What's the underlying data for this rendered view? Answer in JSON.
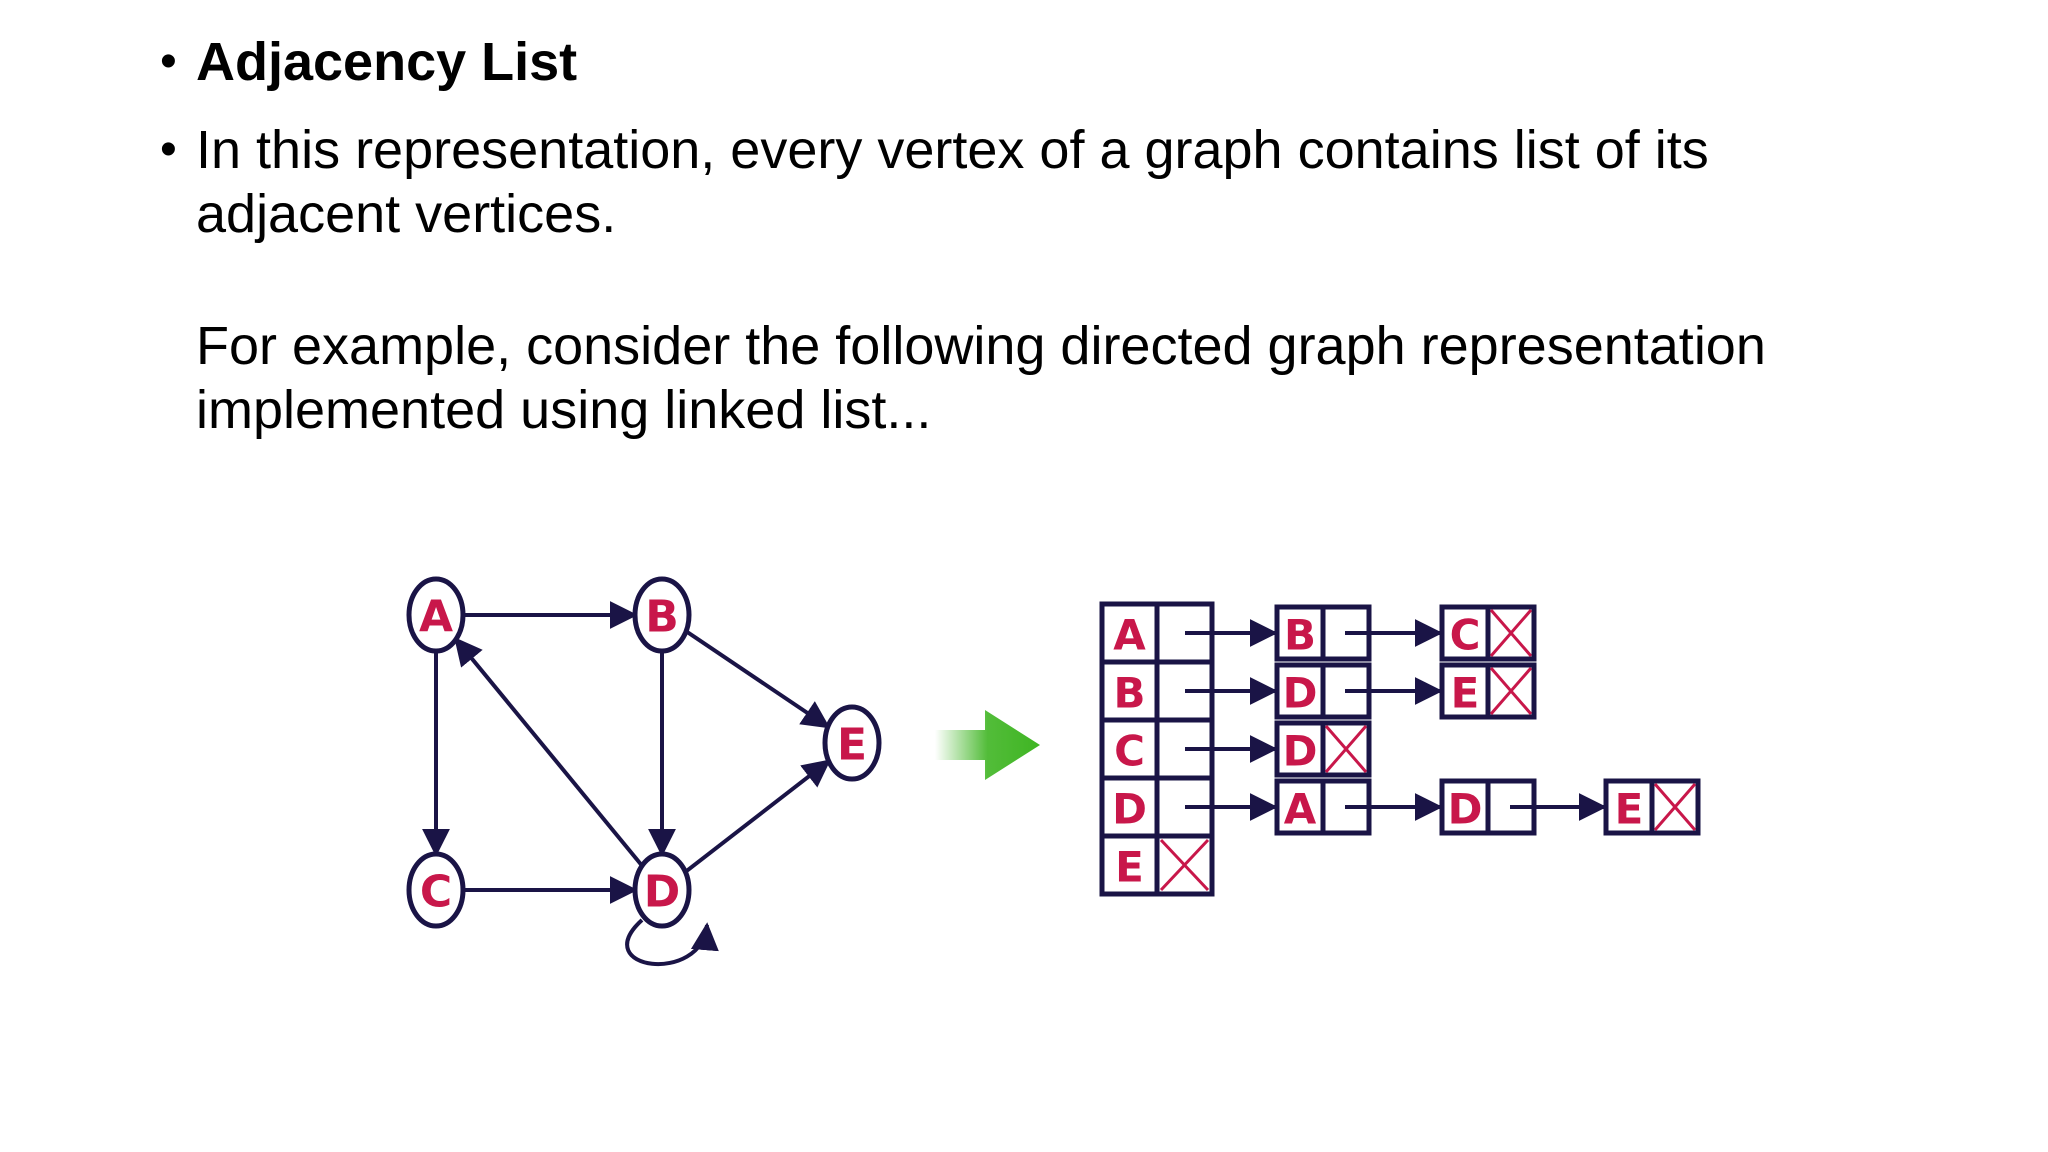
{
  "bullets": [
    {
      "text": "Adjacency List",
      "bold": true
    },
    {
      "paragraphs": [
        "In this representation, every vertex of a graph contains list of its adjacent vertices.",
        "For example, consider the following directed graph representation implemented using linked list..."
      ]
    }
  ],
  "bullet_glyph": "•",
  "graph": {
    "nodes": [
      "A",
      "B",
      "C",
      "D",
      "E"
    ],
    "edges": [
      [
        "A",
        "B"
      ],
      [
        "A",
        "C"
      ],
      [
        "B",
        "D"
      ],
      [
        "B",
        "E"
      ],
      [
        "C",
        "D"
      ],
      [
        "D",
        "A"
      ],
      [
        "D",
        "E"
      ],
      [
        "D",
        "D"
      ]
    ]
  },
  "adjacency_list": [
    {
      "vertex": "A",
      "neighbors": [
        "B",
        "C"
      ]
    },
    {
      "vertex": "B",
      "neighbors": [
        "D",
        "E"
      ]
    },
    {
      "vertex": "C",
      "neighbors": [
        "D"
      ]
    },
    {
      "vertex": "D",
      "neighbors": [
        "A",
        "D",
        "E"
      ]
    },
    {
      "vertex": "E",
      "neighbors": []
    }
  ],
  "colors": {
    "node_label": "#c8174a",
    "stroke": "#1a1446",
    "arrow_green": "#3fb523"
  }
}
